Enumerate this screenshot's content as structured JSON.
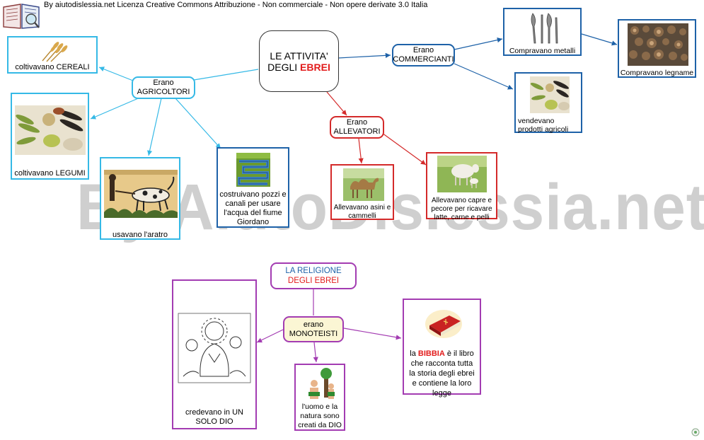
{
  "header": {
    "text": "By aiutodislessia.net Licenza Creative Commons Attribuzione - Non commerciale - Non opere derivate 3.0 Italia"
  },
  "watermark": "By AiutoDislessia.net",
  "main": {
    "line1": "LE ATTIVITA'",
    "line2": "DEGLI",
    "line2_highlight": "EBREI"
  },
  "agricoltori": {
    "line1": "Erano",
    "line2": "AGRICOLTORI",
    "cereali": "coltivavano CEREALI",
    "legumi": "coltivavano LEGUMI",
    "aratro": "usavano l'aratro",
    "pozzi": "costruivano pozzi e canali per usare l'acqua del fiume Giordano"
  },
  "commercianti": {
    "line1": "Erano",
    "line2": "COMMERCIANTI",
    "metalli": "Compravano metalli",
    "legname": "Compravano legname",
    "prodotti": "vendevano prodotti agricoli"
  },
  "allevatori": {
    "line1": "Erano",
    "line2": "ALLEVATORI",
    "asini": "Allevavano asini e cammelli",
    "capre": "Allevavano capre e pecore per ricavare latte, carne e pelli"
  },
  "religione": {
    "title1": "LA RELIGIONE",
    "title2": "DEGLI EBREI",
    "mono1": "erano",
    "mono2": "MONOTEISTI",
    "dio": "credevano in UN SOLO DIO",
    "uomo": "l'uomo e la natura sono creati da DIO",
    "bibbia_word": "BIBBIA",
    "bibbia_pre": "la",
    "bibbia_rest": "è il libro che racconta tutta la storia degli ebrei e contiene la loro legge"
  },
  "colors": {
    "blue": "#1e62a8",
    "cyan": "#35b9e6",
    "red": "#d42a2a",
    "purple": "#a33cb2",
    "highlight": "#e21b1b"
  }
}
